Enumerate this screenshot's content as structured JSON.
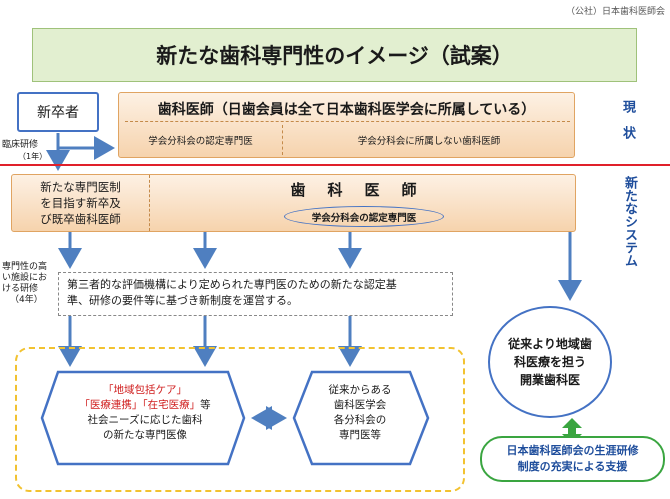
{
  "org_name": "（公社）日本歯科医師会",
  "title": "新たな歯科専門性のイメージ（試案）",
  "new_graduate": "新卒者",
  "clinical_training": "臨床研修",
  "clinical_training_years": "（1年）",
  "current_dentist": {
    "title": "歯科医師（日歯会員は全て日本歯科医学会に所属している）",
    "left": "学会分科会の認定専門医",
    "right": "学会分科会に所属しない歯科医師"
  },
  "status_label": "現　状",
  "new_system_label": "新たなシステム",
  "system_row": {
    "left_line1": "新たな専門医制",
    "left_line2": "を目指す新卒及",
    "left_line3": "び既卒歯科医師",
    "title": "歯科医師",
    "ellipse": "学会分科会の認定専門医"
  },
  "specialty_training": {
    "line1": "専門性の高",
    "line2": "い施設にお",
    "line3": "ける研修",
    "line4": "（4年）"
  },
  "third_party": {
    "line1": "第三者的な評価機構により定められた専門医のための新たな認定基",
    "line2": "準、研修の要件等に基づき新制度を運営する。"
  },
  "hex1": {
    "line1": "「地域包括ケア」",
    "line2_a": "「医療連携」",
    "line2_b": "「在宅医療」",
    "line2_c": "等",
    "line3": "社会ニーズに応じた歯科",
    "line4": "の新たな専門医像"
  },
  "hex2": {
    "line1": "従来からある",
    "line2": "歯科医学会",
    "line3": "各分科会の",
    "line4": "専門医等"
  },
  "circle": {
    "line1": "従来より地域歯",
    "line2": "科医療を担う",
    "line3": "開業歯科医"
  },
  "green_box": {
    "line1": "日本歯科医師会の生涯研修",
    "line2": "制度の充実による支援"
  },
  "colors": {
    "arrow_blue": "#4f7fc0",
    "red_line": "#e0202a",
    "dash_yellow": "#f2c230",
    "green": "#3aa540"
  }
}
